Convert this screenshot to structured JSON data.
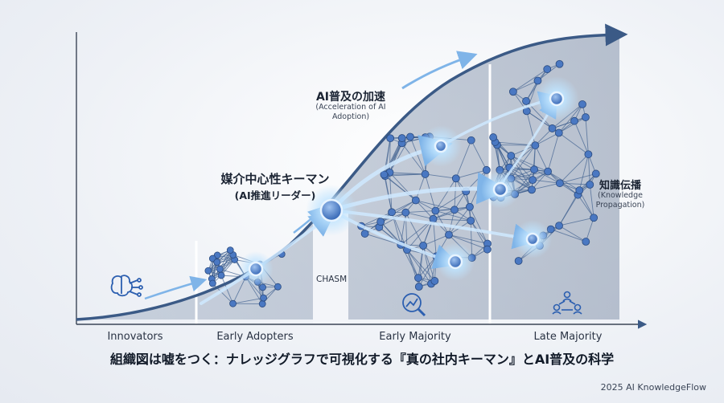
{
  "stages": {
    "innovators": "Innovators",
    "early_adopters": "Early Adopters",
    "early_majority": "Early Majority",
    "late_majority": "Late Majority"
  },
  "chasm_label": "CHASM",
  "callouts": {
    "acceleration": {
      "jp": "AI普及の加速",
      "en_line1": "(Acceleration of AI",
      "en_line2": "Adoption)"
    },
    "key_person": {
      "jp": "媒介中心性キーマン",
      "sub": "(AI推進リーダー)"
    },
    "knowledge": {
      "jp": "知識伝播",
      "en_line1": "(Knowledge",
      "en_line2": "Propagation)"
    }
  },
  "title": "組織図は嘘をつく：ナレッジグラフで可視化する『真の社内キーマン』とAI普及の科学",
  "footer": "2025 AI KnowledgeFlow",
  "icons": [
    "brain-circuit-icon",
    "magnifier-chart-icon",
    "people-network-icon"
  ],
  "colors": {
    "accent": "#2c5fb0",
    "node": "#4a78c2",
    "glow": "#bfe4ff",
    "curve": "#3b5a86",
    "text": "#1e2a3c"
  }
}
